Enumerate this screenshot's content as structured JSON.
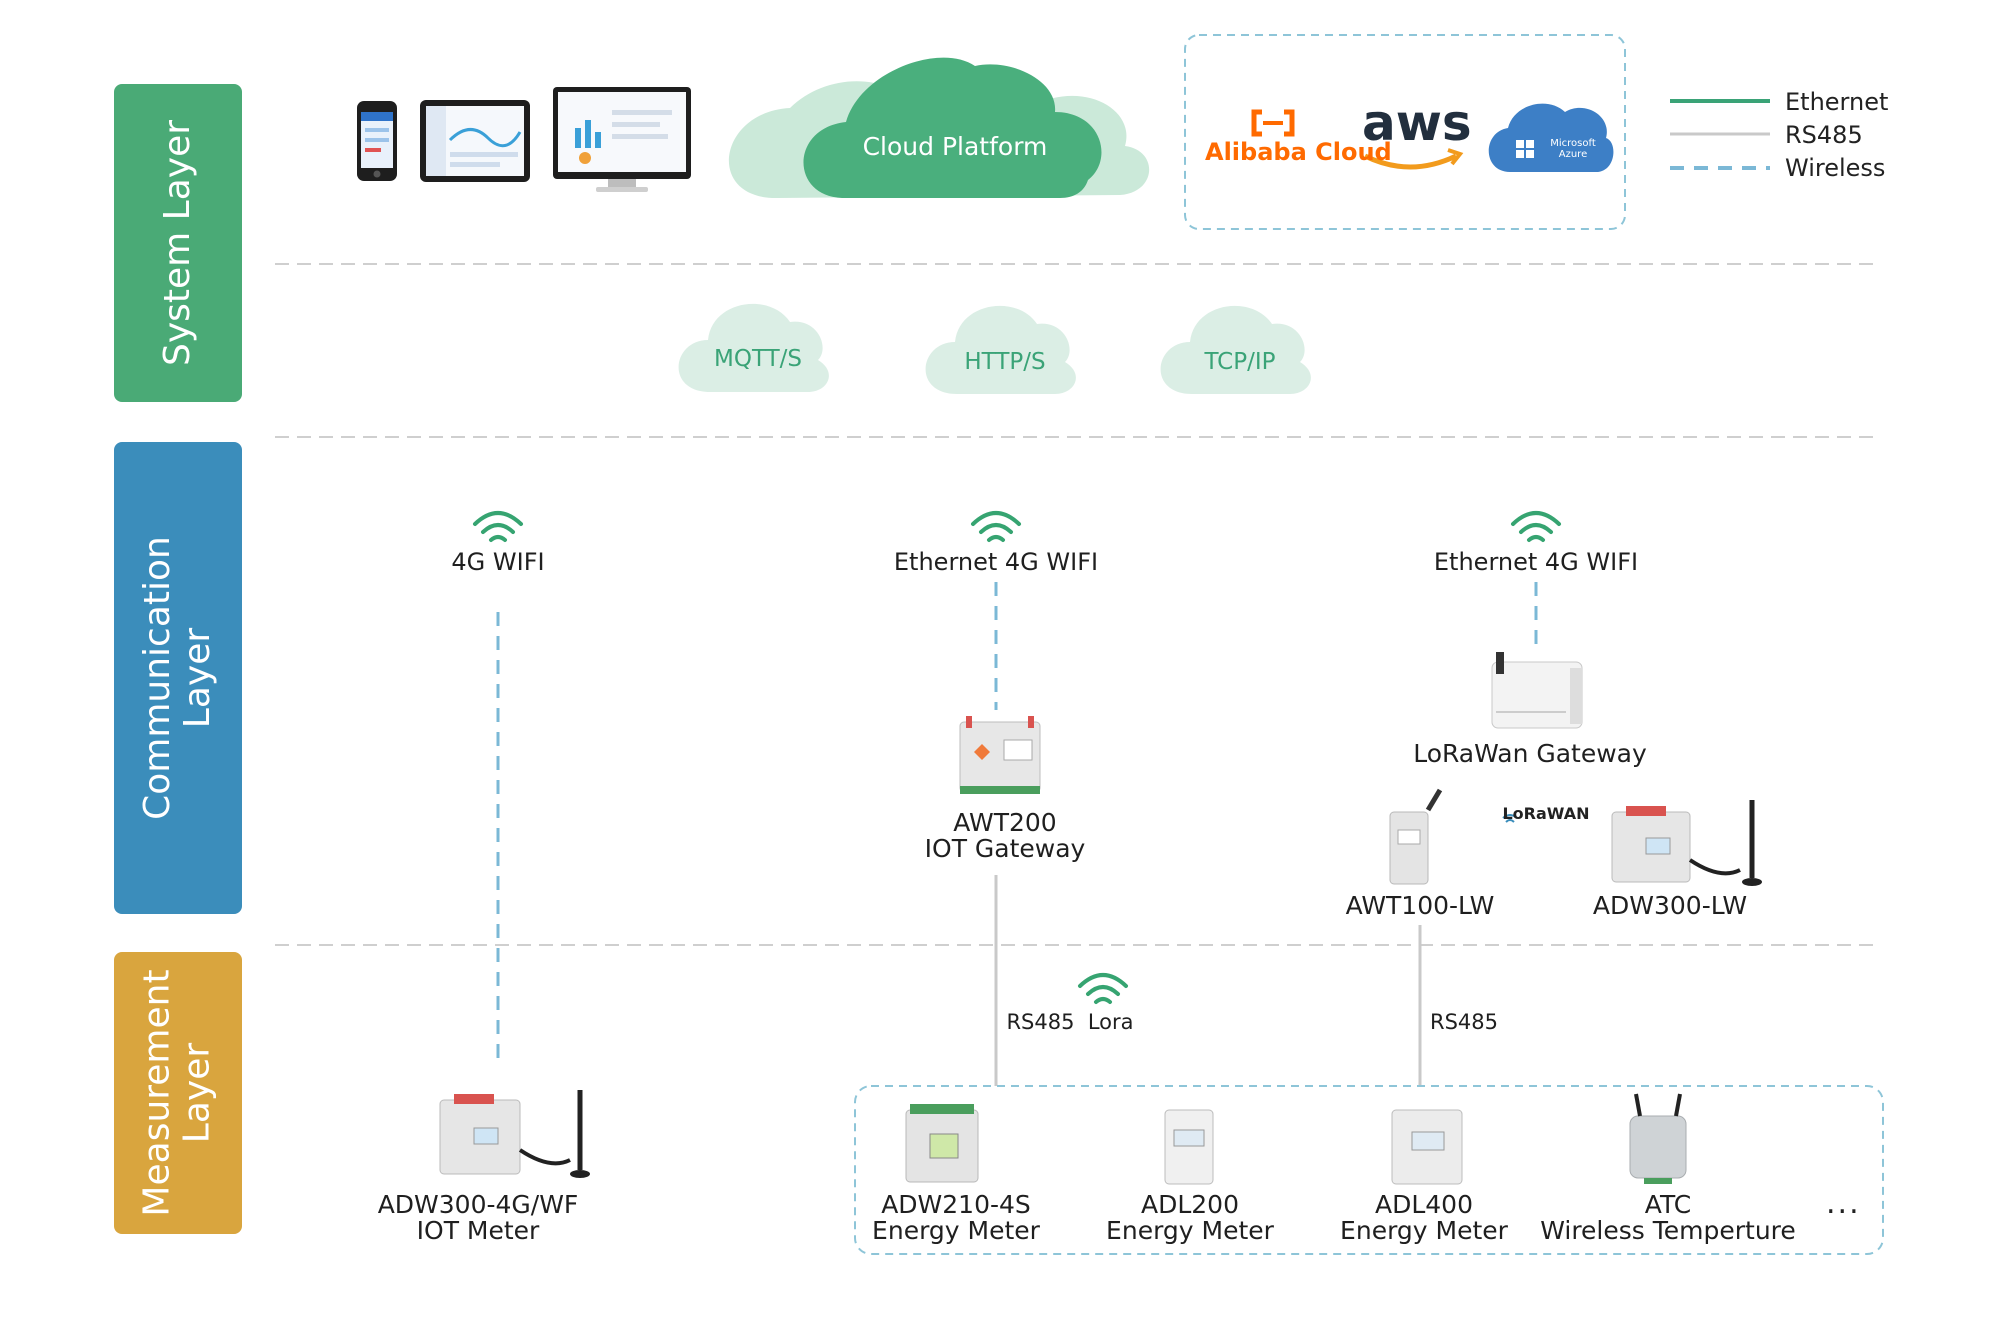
{
  "layers": [
    {
      "name": "System Layer",
      "color": "#4aaa76"
    },
    {
      "name_line1": "Communication",
      "name_line2": "Layer",
      "color": "#3b8dbb"
    },
    {
      "name_line1": "Measurement",
      "name_line2": "Layer",
      "color": "#d9a53e"
    }
  ],
  "cloud_platform": "Cloud Platform",
  "vendors": {
    "alibaba": "Alibaba Cloud",
    "aws": "aws",
    "azure_line1": "Microsoft",
    "azure_line2": "Azure"
  },
  "legend": [
    {
      "label": "Ethernet",
      "color": "#3aa377",
      "style": "solid"
    },
    {
      "label": "RS485",
      "color": "#c9c9c9",
      "style": "solid"
    },
    {
      "label": "Wireless",
      "color": "#7bb8d6",
      "style": "dashed"
    }
  ],
  "protocols": [
    "MQTT/S",
    "HTTP/S",
    "TCP/IP"
  ],
  "comm_links": [
    "4G WIFI",
    "Ethernet 4G WIFI",
    "Ethernet 4G WIFI"
  ],
  "gateways": {
    "awt200_line1": "AWT200",
    "awt200_line2": "IOT Gateway",
    "lorawan_gateway": "LoRaWan Gateway",
    "lorawan_logo": "LoRaWAN",
    "awt100": "AWT100-LW",
    "adw300lw": "ADW300-LW"
  },
  "bus_labels": {
    "rs485_lora": "RS485  Lora",
    "rs485": "RS485"
  },
  "meters": [
    {
      "line1": "ADW300-4G/WF",
      "line2": "IOT Meter"
    },
    {
      "line1": "ADW210-4S",
      "line2": "Energy Meter"
    },
    {
      "line1": "ADL200",
      "line2": "Energy Meter"
    },
    {
      "line1": "ADL400",
      "line2": "Energy Meter"
    },
    {
      "line1": "ATC",
      "line2": "Wireless Temperture"
    }
  ],
  "more": "..."
}
